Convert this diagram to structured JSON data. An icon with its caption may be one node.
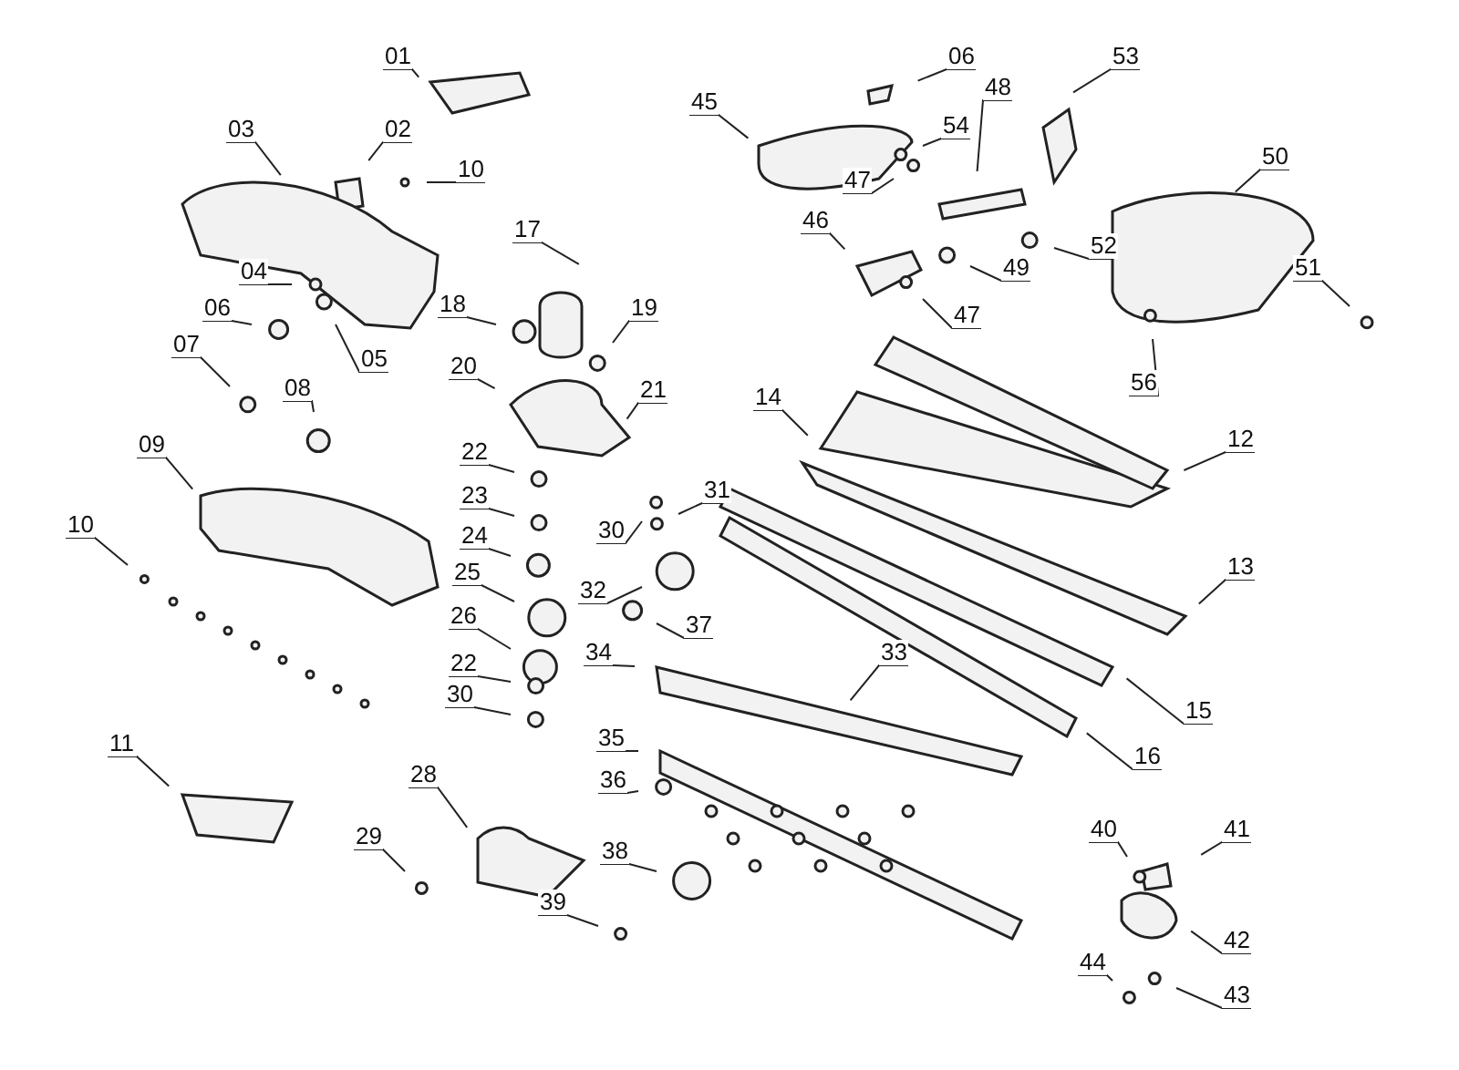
{
  "diagram": {
    "nodes": [
      {
        "text": [
          "01"
        ]
      },
      {
        "text": [
          "02"
        ]
      },
      {
        "text": [
          "03"
        ]
      },
      {
        "text": [
          "10"
        ]
      },
      {
        "text": [
          "06"
        ]
      },
      {
        "text": [
          "45"
        ]
      },
      {
        "text": [
          "48"
        ]
      },
      {
        "text": [
          "53"
        ]
      },
      {
        "text": [
          "54"
        ]
      },
      {
        "text": [
          "47"
        ]
      },
      {
        "text": [
          "50"
        ]
      },
      {
        "text": [
          "46"
        ]
      },
      {
        "text": [
          "52"
        ]
      },
      {
        "text": [
          "49"
        ]
      },
      {
        "text": [
          "47"
        ]
      },
      {
        "text": [
          "17"
        ]
      },
      {
        "text": [
          "04"
        ]
      },
      {
        "text": [
          "06"
        ]
      },
      {
        "text": [
          "05"
        ]
      },
      {
        "text": [
          "18"
        ]
      },
      {
        "text": [
          "19"
        ]
      },
      {
        "text": [
          "51"
        ]
      },
      {
        "text": [
          "07"
        ]
      },
      {
        "text": [
          "08"
        ]
      },
      {
        "text": [
          "20"
        ]
      },
      {
        "text": [
          "21"
        ]
      },
      {
        "text": [
          "56"
        ]
      },
      {
        "text": [
          "14"
        ]
      },
      {
        "text": [
          "12"
        ]
      },
      {
        "text": [
          "22"
        ]
      },
      {
        "text": [
          "09"
        ]
      },
      {
        "text": [
          "23"
        ]
      },
      {
        "text": [
          "24"
        ]
      },
      {
        "text": [
          "30"
        ]
      },
      {
        "text": [
          "31"
        ]
      },
      {
        "text": [
          "10"
        ]
      },
      {
        "text": [
          "25"
        ]
      },
      {
        "text": [
          "32"
        ]
      },
      {
        "text": [
          "13"
        ]
      },
      {
        "text": [
          "37"
        ]
      },
      {
        "text": [
          "26"
        ]
      },
      {
        "text": [
          "22"
        ]
      },
      {
        "text": [
          "34"
        ]
      },
      {
        "text": [
          "33"
        ]
      },
      {
        "text": [
          "30"
        ]
      },
      {
        "text": [
          "15"
        ]
      },
      {
        "text": [
          "35"
        ]
      },
      {
        "text": [
          "16"
        ]
      },
      {
        "text": [
          "11"
        ]
      },
      {
        "text": [
          "28"
        ]
      },
      {
        "text": [
          "36"
        ]
      },
      {
        "text": [
          "29"
        ]
      },
      {
        "text": [
          "40"
        ]
      },
      {
        "text": [
          "41"
        ]
      },
      {
        "text": [
          "38"
        ]
      },
      {
        "text": [
          "42"
        ]
      },
      {
        "text": [
          "39"
        ]
      },
      {
        "text": [
          "44"
        ]
      },
      {
        "text": [
          "43"
        ]
      }
    ],
    "edges": [
      {
        "from": 0,
        "to": null,
        "arrow": "none"
      },
      {
        "from": 1,
        "to": null,
        "arrow": "none"
      },
      {
        "from": 2,
        "to": null,
        "arrow": "none"
      },
      {
        "from": 3,
        "to": null,
        "arrow": "none"
      },
      {
        "from": 4,
        "to": null,
        "arrow": "none"
      },
      {
        "from": 5,
        "to": null,
        "arrow": "none"
      },
      {
        "from": 6,
        "to": null,
        "arrow": "none"
      },
      {
        "from": 7,
        "to": null,
        "arrow": "none"
      },
      {
        "from": 8,
        "to": null,
        "arrow": "none"
      },
      {
        "from": 9,
        "to": null,
        "arrow": "none"
      },
      {
        "from": 10,
        "to": null,
        "arrow": "none"
      },
      {
        "from": 11,
        "to": null,
        "arrow": "none"
      },
      {
        "from": 12,
        "to": null,
        "arrow": "none"
      },
      {
        "from": 13,
        "to": null,
        "arrow": "none"
      },
      {
        "from": 14,
        "to": null,
        "arrow": "none"
      },
      {
        "from": 15,
        "to": null,
        "arrow": "none"
      },
      {
        "from": 16,
        "to": null,
        "arrow": "none"
      },
      {
        "from": 17,
        "to": null,
        "arrow": "none"
      },
      {
        "from": 18,
        "to": null,
        "arrow": "none"
      },
      {
        "from": 19,
        "to": null,
        "arrow": "none"
      },
      {
        "from": 20,
        "to": null,
        "arrow": "none"
      },
      {
        "from": 21,
        "to": null,
        "arrow": "none"
      },
      {
        "from": 22,
        "to": null,
        "arrow": "none"
      },
      {
        "from": 23,
        "to": null,
        "arrow": "none"
      },
      {
        "from": 24,
        "to": null,
        "arrow": "none"
      },
      {
        "from": 25,
        "to": null,
        "arrow": "none"
      },
      {
        "from": 26,
        "to": null,
        "arrow": "none"
      },
      {
        "from": 27,
        "to": null,
        "arrow": "none"
      },
      {
        "from": 28,
        "to": null,
        "arrow": "none"
      },
      {
        "from": 29,
        "to": null,
        "arrow": "none"
      },
      {
        "from": 30,
        "to": null,
        "arrow": "none"
      },
      {
        "from": 31,
        "to": null,
        "arrow": "none"
      },
      {
        "from": 32,
        "to": null,
        "arrow": "none"
      },
      {
        "from": 33,
        "to": null,
        "arrow": "none"
      },
      {
        "from": 34,
        "to": null,
        "arrow": "none"
      },
      {
        "from": 35,
        "to": null,
        "arrow": "none"
      },
      {
        "from": 36,
        "to": null,
        "arrow": "none"
      },
      {
        "from": 37,
        "to": null,
        "arrow": "none"
      },
      {
        "from": 38,
        "to": null,
        "arrow": "none"
      },
      {
        "from": 39,
        "to": null,
        "arrow": "none"
      },
      {
        "from": 40,
        "to": null,
        "arrow": "none"
      },
      {
        "from": 41,
        "to": null,
        "arrow": "none"
      },
      {
        "from": 42,
        "to": null,
        "arrow": "none"
      },
      {
        "from": 43,
        "to": null,
        "arrow": "none"
      },
      {
        "from": 44,
        "to": null,
        "arrow": "none"
      },
      {
        "from": 45,
        "to": null,
        "arrow": "none"
      },
      {
        "from": 46,
        "to": null,
        "arrow": "none"
      },
      {
        "from": 47,
        "to": null,
        "arrow": "none"
      },
      {
        "from": 48,
        "to": null,
        "arrow": "none"
      },
      {
        "from": 49,
        "to": null,
        "arrow": "none"
      },
      {
        "from": 50,
        "to": null,
        "arrow": "none"
      },
      {
        "from": 51,
        "to": null,
        "arrow": "none"
      },
      {
        "from": 52,
        "to": null,
        "arrow": "none"
      },
      {
        "from": 53,
        "to": null,
        "arrow": "none"
      },
      {
        "from": 54,
        "to": null,
        "arrow": "none"
      },
      {
        "from": 55,
        "to": null,
        "arrow": "none"
      },
      {
        "from": 56,
        "to": null,
        "arrow": "none"
      },
      {
        "from": 57,
        "to": null,
        "arrow": "none"
      },
      {
        "from": 58,
        "to": null,
        "arrow": "none"
      }
    ]
  }
}
